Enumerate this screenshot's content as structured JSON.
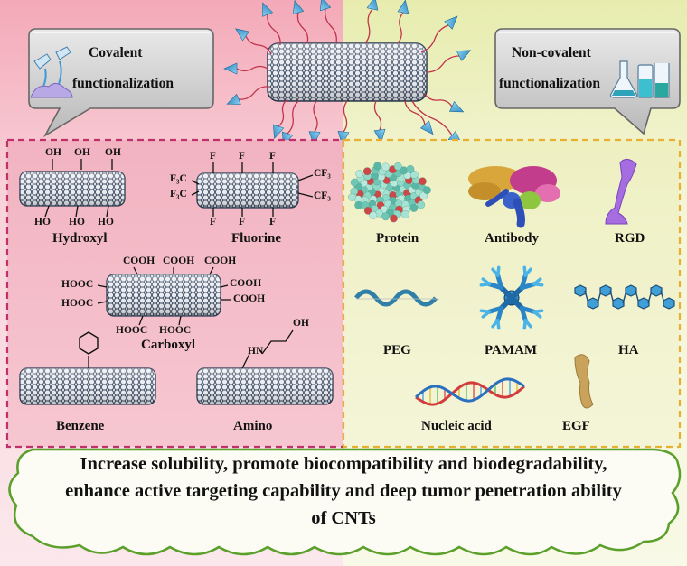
{
  "callouts": {
    "covalent_line1": "Covalent",
    "covalent_line2": "functionalization",
    "noncovalent_line1": "Non-covalent",
    "noncovalent_line2": "functionalization"
  },
  "covalent_groups": {
    "hydroxyl": "Hydroxyl",
    "fluorine": "Fluorine",
    "carboxyl": "Carboxyl",
    "benzene": "Benzene",
    "amino": "Amino"
  },
  "noncovalent_agents": {
    "protein": "Protein",
    "antibody": "Antibody",
    "rgd": "RGD",
    "peg": "PEG",
    "pamam": "PAMAM",
    "ha": "HA",
    "nucleic_acid": "Nucleic acid",
    "egf": "EGF"
  },
  "chem_labels": {
    "oh": "OH",
    "ho": "HO",
    "f": "F",
    "f3c": "F₃C",
    "cf3": "CF₃",
    "cooh": "COOH",
    "hooc": "HOOC",
    "hn": "HN"
  },
  "banner": {
    "line1": "Increase solubility, promote biocompatibility and biodegradability,",
    "line2": "enhance active targeting capability and deep tumor penetration ability",
    "line3": "of CNTs"
  },
  "colors": {
    "covalent_bg": "#f2b8c4",
    "noncovalent_bg": "#eef0c4",
    "covalent_border": "#c0306a",
    "noncovalent_border": "#e8b030",
    "cloud_border": "#5aa02a",
    "tube": "#2a3a50",
    "cone": "#3fa6d8"
  }
}
